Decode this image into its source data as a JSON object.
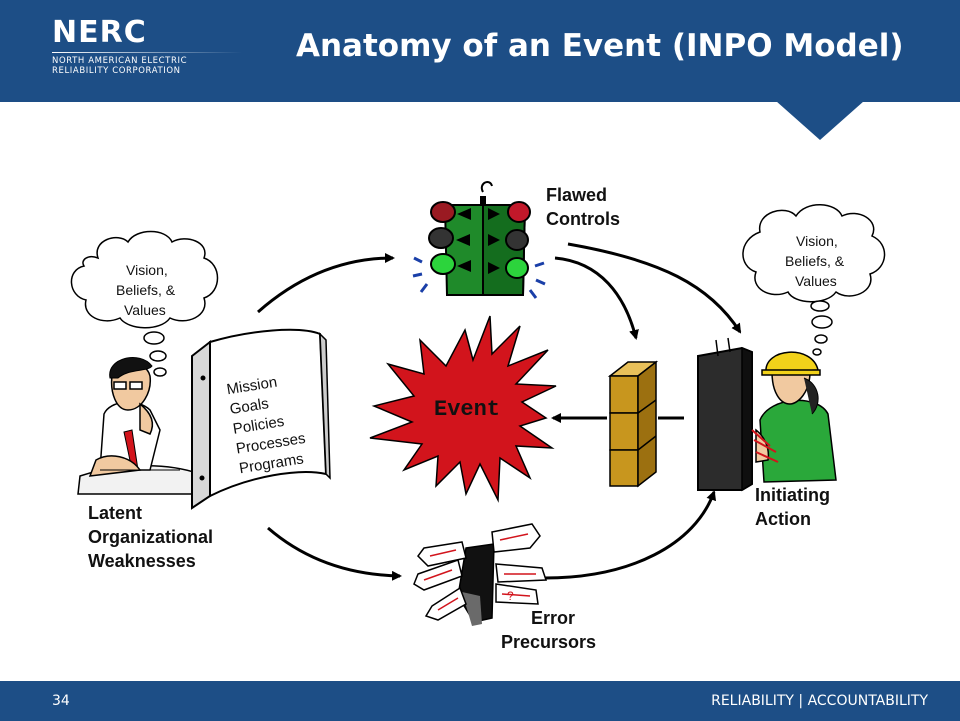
{
  "header": {
    "logo_text": "NERC",
    "logo_subtitle_line1": "NORTH AMERICAN ELECTRIC",
    "logo_subtitle_line2": "RELIABILITY CORPORATION",
    "title": "Anatomy of an Event (INPO Model)"
  },
  "diagram": {
    "flawed_controls": [
      "Flawed",
      "Controls"
    ],
    "latent_weaknesses": [
      "Latent",
      "Organizational",
      "Weaknesses"
    ],
    "initiating_action": [
      "Initiating",
      "Action"
    ],
    "error_precursors": [
      "Error",
      "Precursors"
    ],
    "event_label": "Event",
    "binder_items": [
      "Mission",
      "Goals",
      "Policies",
      "Processes",
      "Programs"
    ],
    "thought_left": [
      "Vision,",
      "Beliefs, &",
      "Values"
    ],
    "thought_right": [
      "Vision,",
      "Beliefs, &",
      "Values"
    ],
    "signpost_mark": "?"
  },
  "footer": {
    "page_number": "34",
    "tagline": "RELIABILITY | ACCOUNTABILITY"
  },
  "colors": {
    "header_bg": "#1d4e86",
    "event_red": "#d2141c",
    "traffic_light_green": "#1f8a2a",
    "wall_gold": "#c8961e"
  }
}
